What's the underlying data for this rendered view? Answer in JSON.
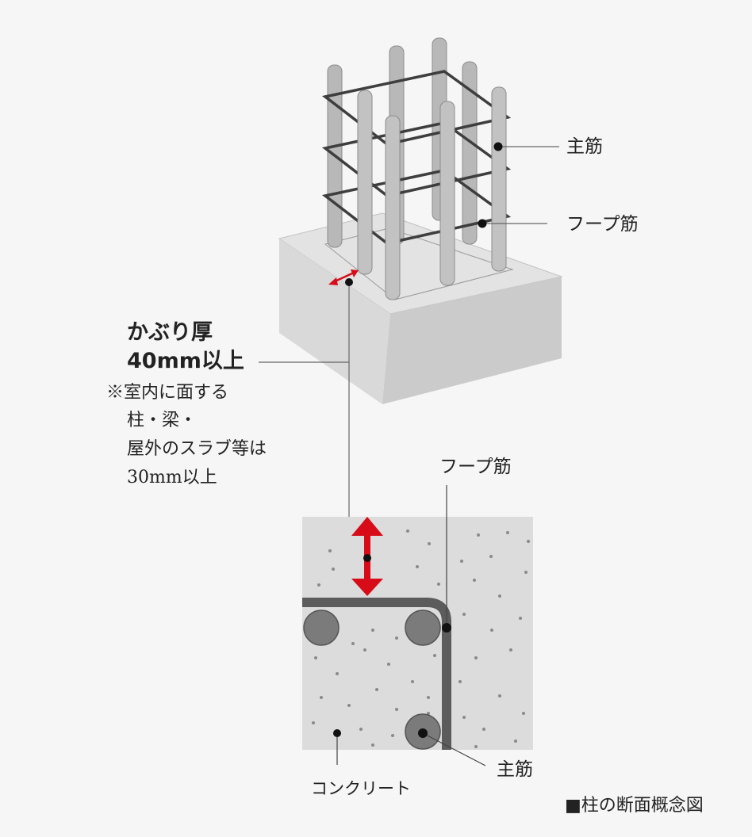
{
  "colors": {
    "background": "#f6f6f6",
    "concrete_top": "#e4e4e4",
    "concrete_front": "#d6d6d6",
    "concrete_side": "#cbcbcb",
    "rebar": "#b9b9b9",
    "hoop": "#3d3d3d",
    "section_bar": "#7a7a7a",
    "section_hoop": "#5a5a5a",
    "leader": "#555555",
    "accent_red": "#d70c18"
  },
  "labels": {
    "top_main_bar": "主筋",
    "top_hoop": "フープ筋",
    "cover_title_line1": "かぶり厚",
    "cover_title_line2": "40mm以上",
    "note_line1": "※室内に面する",
    "note_line2": "柱・梁・",
    "note_line3": "屋外のスラブ等は",
    "note_line4": "30mm以上",
    "section_hoop": "フープ筋",
    "section_main_bar": "主筋",
    "concrete": "コンクリート",
    "caption": "■柱の断面概念図"
  }
}
